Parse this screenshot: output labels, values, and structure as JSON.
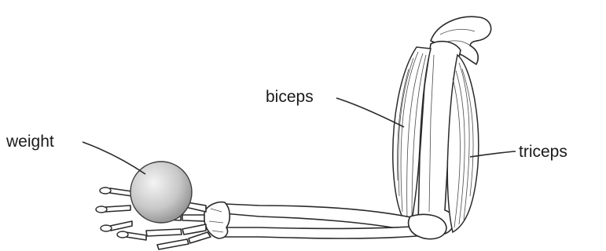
{
  "labels": {
    "weight": "weight",
    "biceps": "biceps",
    "triceps": "triceps"
  },
  "colors": {
    "line": "#2a2a2a",
    "ball_light": "#f2f2f2",
    "ball_dark": "#9a9a9a"
  }
}
